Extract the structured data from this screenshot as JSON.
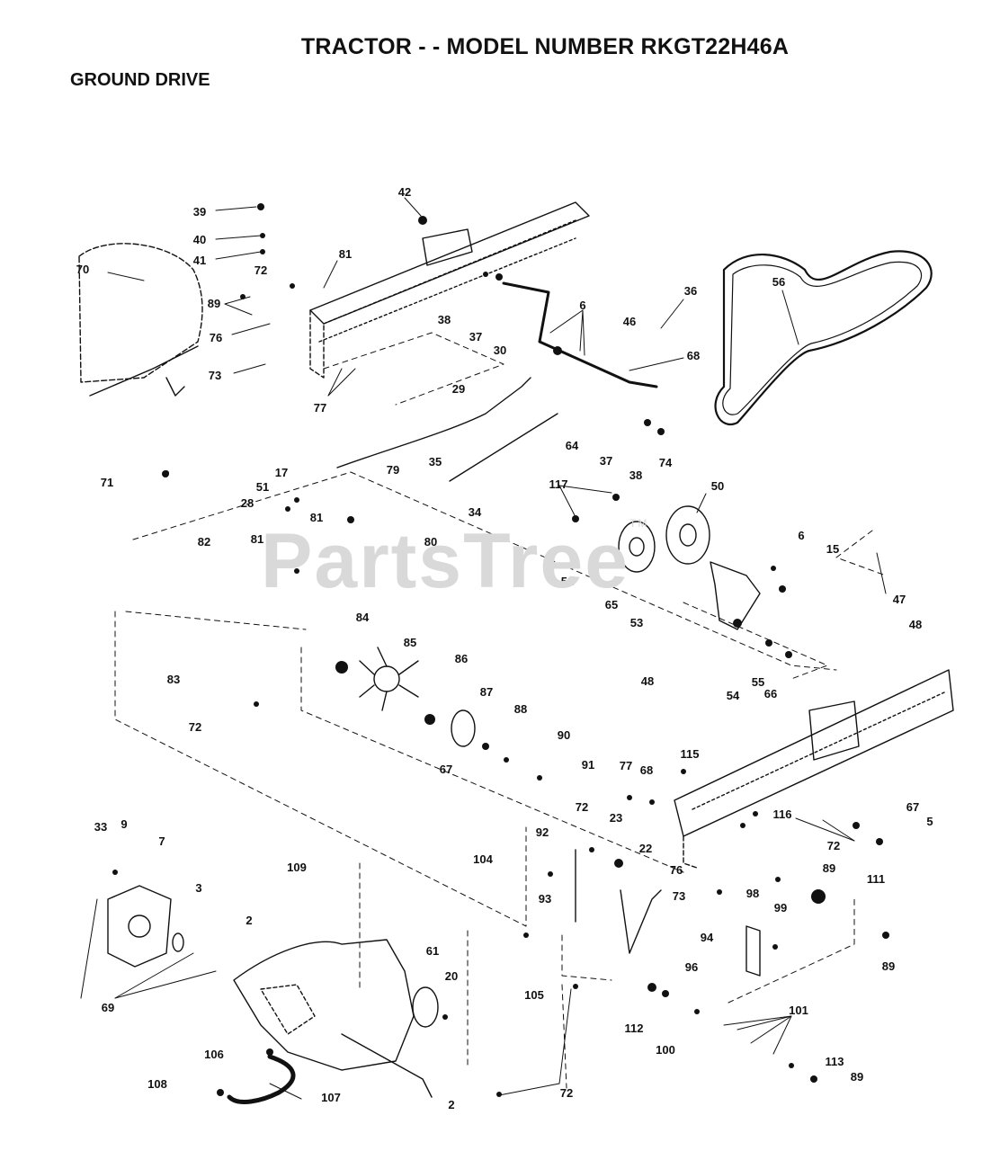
{
  "header": {
    "title": "TRACTOR - - MODEL NUMBER RKGT22H46A",
    "section": "GROUND DRIVE"
  },
  "watermark": {
    "text": "PartsTree",
    "tm": "TM"
  },
  "callouts": [
    "39",
    "40",
    "41",
    "42",
    "81",
    "70",
    "72",
    "89",
    "76",
    "73",
    "77",
    "38",
    "37",
    "30",
    "6",
    "46",
    "36",
    "68",
    "56",
    "29",
    "64",
    "37",
    "38",
    "74",
    "71",
    "17",
    "79",
    "51",
    "28",
    "35",
    "34",
    "117",
    "50",
    "81",
    "80",
    "82",
    "81",
    "6",
    "15",
    "52",
    "65",
    "53",
    "47",
    "48",
    "84",
    "85",
    "86",
    "87",
    "88",
    "90",
    "91",
    "67",
    "83",
    "72",
    "48",
    "55",
    "54",
    "66",
    "115",
    "77",
    "68",
    "116",
    "67",
    "5",
    "72",
    "33",
    "9",
    "7",
    "3",
    "109",
    "2",
    "104",
    "92",
    "72",
    "23",
    "22",
    "76",
    "89",
    "111",
    "93",
    "73",
    "98",
    "99",
    "94",
    "96",
    "89",
    "61",
    "20",
    "105",
    "112",
    "100",
    "101",
    "69",
    "106",
    "113",
    "108",
    "107",
    "2",
    "72",
    "89"
  ]
}
